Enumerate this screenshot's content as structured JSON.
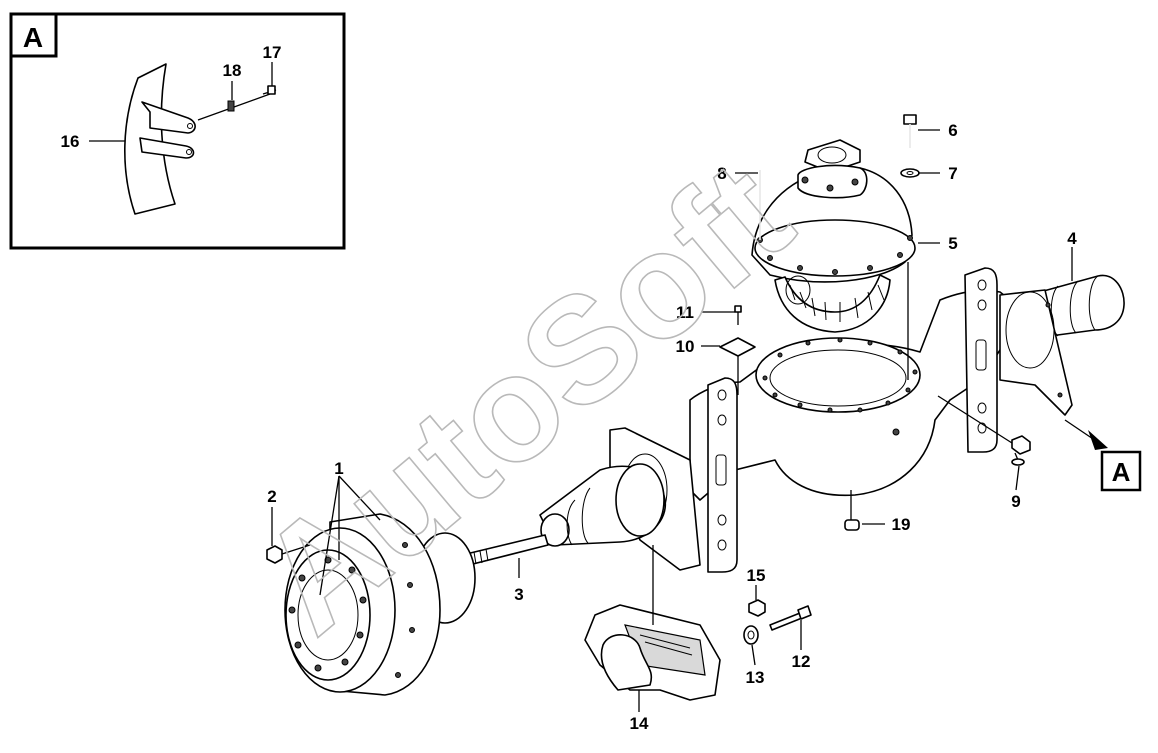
{
  "watermark": "AutoSoft",
  "view_letter": "A",
  "inset_letter": "A",
  "callouts": {
    "c1": "1",
    "c2": "2",
    "c3": "3",
    "c4": "4",
    "c5": "5",
    "c6": "6",
    "c7": "7",
    "c8": "8",
    "c9": "9",
    "c10": "10",
    "c11": "11",
    "c12": "12",
    "c13": "13",
    "c14": "14",
    "c15": "15",
    "c16": "16",
    "c17": "17",
    "c18": "18",
    "c19": "19"
  }
}
